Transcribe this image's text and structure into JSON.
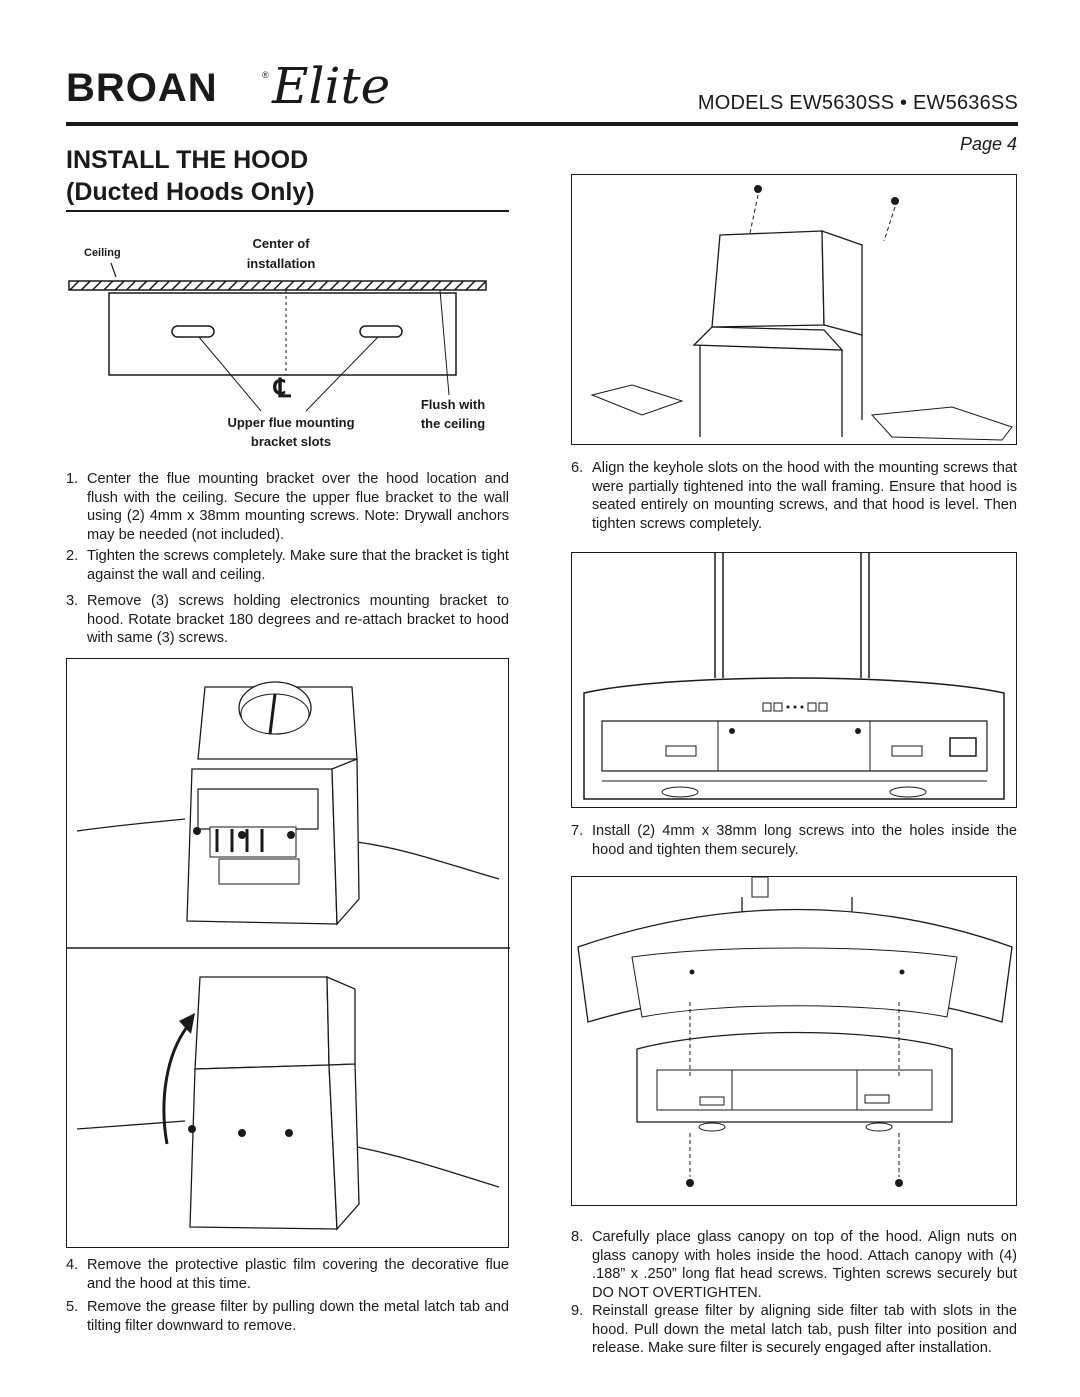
{
  "header": {
    "logo_broan": "BROAN",
    "logo_reg": "®",
    "logo_elite": "Elite",
    "models": "MODELS  EW5630SS • EW5636SS",
    "page": "Page 4"
  },
  "section": {
    "title": "INSTALL THE HOOD",
    "subtitle": "(Ducted Hoods Only)"
  },
  "diagram1": {
    "ceiling": "Ceiling",
    "center_line1": "Center of",
    "center_line2": "installation",
    "centerline_symbol": "℄",
    "slots_line1": "Upper flue mounting",
    "slots_line2": "bracket slots",
    "flush_line1": "Flush with",
    "flush_line2": "the ceiling"
  },
  "steps": [
    {
      "num": "1.",
      "text": "Center the flue mounting bracket over the hood location and flush with the ceiling. Secure the upper flue bracket to the wall using (2) 4mm x 38mm mounting screws. Note: Drywall anchors may be needed (not included)."
    },
    {
      "num": "2.",
      "text": "Tighten the screws completely. Make sure that the bracket is tight against the wall and ceiling."
    },
    {
      "num": "3.",
      "text": "Remove (3) screws holding electronics mounting bracket to hood. Rotate bracket 180 degrees and re-attach bracket to hood with same (3) screws."
    },
    {
      "num": "4.",
      "text": "Remove the protective plastic film covering the decorative flue and the hood at this time."
    },
    {
      "num": "5.",
      "text": "Remove the grease filter by pulling down the metal latch tab and tilting filter downward to remove."
    },
    {
      "num": "6.",
      "text": "Align the keyhole slots on the hood with the mounting screws that were partially tightened into the wall framing. Ensure that hood is seated entirely on mounting screws, and that hood is level. Then tighten screws completely."
    },
    {
      "num": "7.",
      "text": "Install (2) 4mm x 38mm long screws into the holes inside the hood and tighten them securely."
    },
    {
      "num": "8.",
      "text": "Carefully place glass canopy on top of the hood. Align nuts on glass canopy with holes inside the hood. Attach canopy with (4) .188” x .250” long flat head screws. Tighten screws securely but DO NOT OVERTIGHTEN."
    },
    {
      "num": "9.",
      "text": "Reinstall grease filter by aligning side filter tab with slots in the hood. Pull down the metal latch tab, push filter into position and release. Make sure filter is securely engaged after installation."
    }
  ]
}
